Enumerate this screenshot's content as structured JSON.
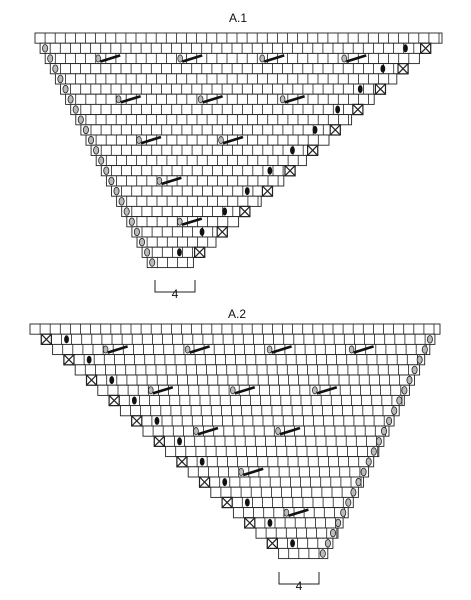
{
  "charts": [
    {
      "id": "a1",
      "title": "A.1",
      "repeat_label": "4",
      "direction": "narrow-left",
      "colors": {
        "grid": "#222222",
        "background": "#ffffff",
        "symbol_fill": "#bbbbbb",
        "symbol_dark": "#111111"
      },
      "symbols": [
        "yarn-over",
        "cable-bar",
        "decrease-cross",
        "nupp"
      ]
    },
    {
      "id": "a2",
      "title": "A.2",
      "repeat_label": "4",
      "direction": "narrow-right",
      "colors": {
        "grid": "#222222",
        "background": "#ffffff",
        "symbol_fill": "#bbbbbb",
        "symbol_dark": "#111111"
      },
      "symbols": [
        "yarn-over",
        "cable-bar",
        "decrease-cross",
        "nupp"
      ]
    }
  ]
}
